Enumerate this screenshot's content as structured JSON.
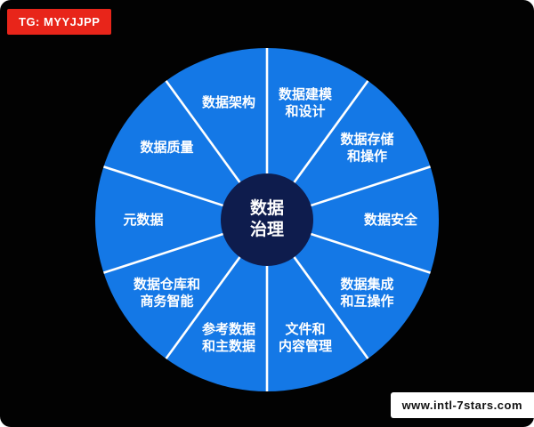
{
  "watermarks": {
    "top_left": "TG: MYYJJPP",
    "bottom_right": "www.intl-7stars.com"
  },
  "diagram": {
    "center_label": "数据治理",
    "center_lines": [
      "数据",
      "治理"
    ],
    "sectors": [
      {
        "label": "数据安全",
        "lines": [
          "数据安全"
        ],
        "angle_deg": 0
      },
      {
        "label": "数据存储和操作",
        "lines": [
          "数据存储",
          "和操作"
        ],
        "angle_deg": 36
      },
      {
        "label": "数据建模和设计",
        "lines": [
          "数据建模",
          "和设计"
        ],
        "angle_deg": 72
      },
      {
        "label": "数据架构",
        "lines": [
          "数据架构"
        ],
        "angle_deg": 108
      },
      {
        "label": "数据质量",
        "lines": [
          "数据质量"
        ],
        "angle_deg": 144
      },
      {
        "label": "元数据",
        "lines": [
          "元数据"
        ],
        "angle_deg": 180
      },
      {
        "label": "数据仓库和商务智能",
        "lines": [
          "数据仓库和",
          "商务智能"
        ],
        "angle_deg": 216
      },
      {
        "label": "参考数据和主数据",
        "lines": [
          "参考数据",
          "和主数据"
        ],
        "angle_deg": 252
      },
      {
        "label": "文件和内容管理",
        "lines": [
          "文件和",
          "内容管理"
        ],
        "angle_deg": 288
      },
      {
        "label": "数据集成和互操作",
        "lines": [
          "数据集成",
          "和互操作"
        ],
        "angle_deg": 324
      }
    ],
    "colors": {
      "background": "#020202",
      "wheel_fill": "#1478e6",
      "center_fill": "#0e1c4d",
      "divider": "#ffffff",
      "label_text": "#ffffff",
      "badge_red_bg": "#e8251a",
      "badge_red_text": "#ffffff",
      "badge_white_bg": "#ffffff",
      "badge_white_text": "#111111"
    }
  }
}
